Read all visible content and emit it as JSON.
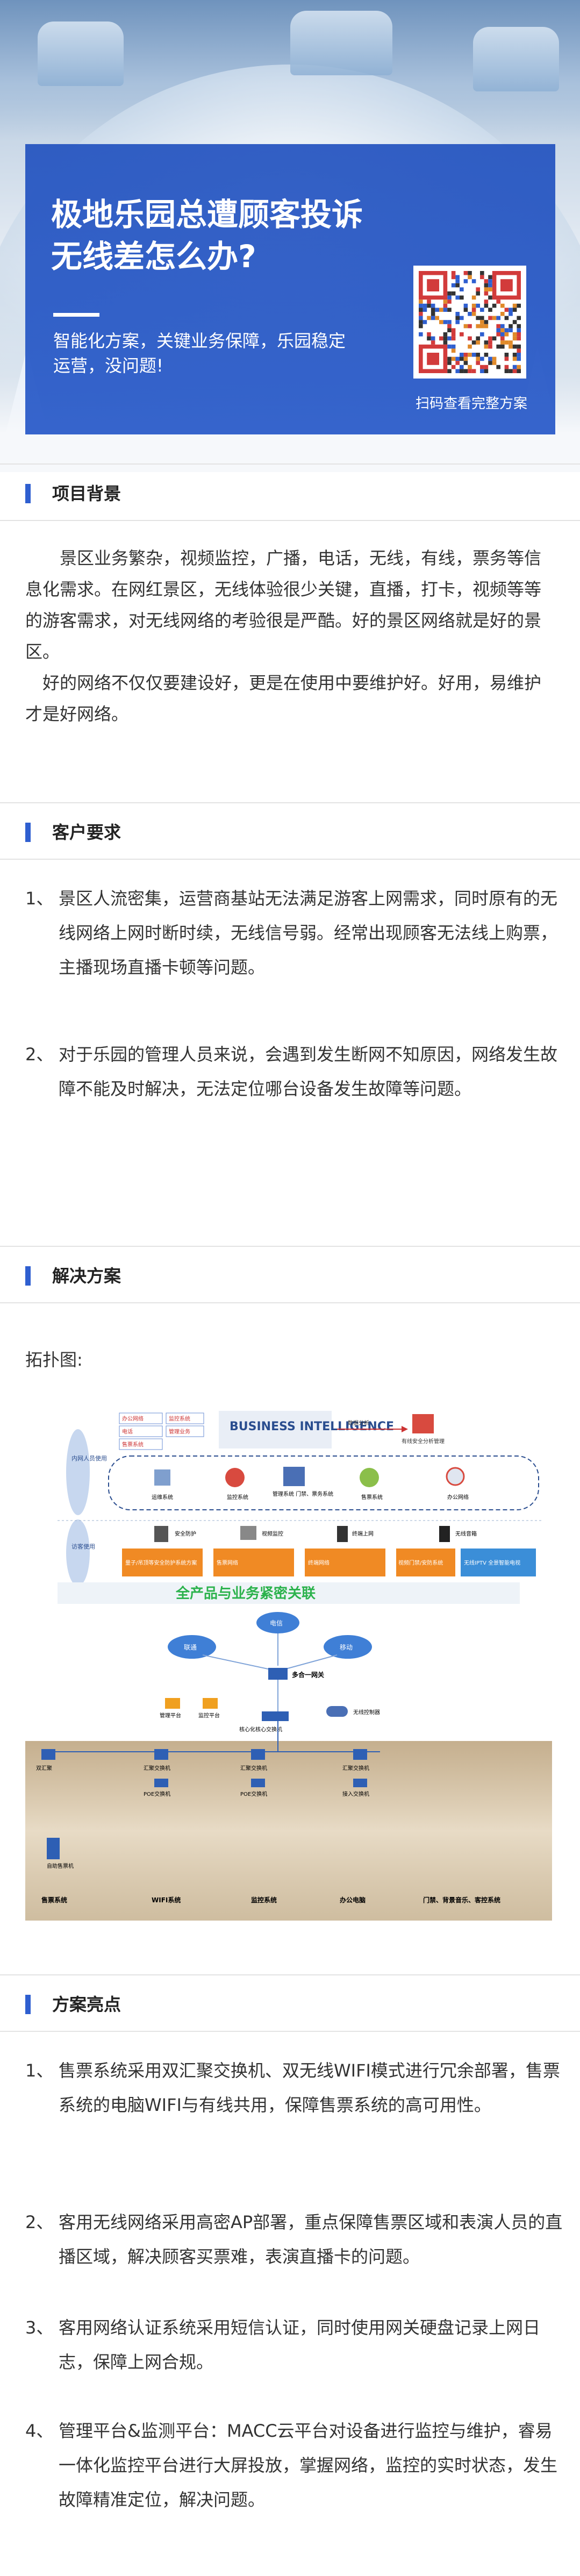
{
  "hero": {
    "title": "极地乐园总遭顾客投诉无线差怎么办?",
    "subtitle": "智能化方案，关键业务保障，乐园稳定运营，没问题!",
    "qr_label": "扫码查看完整方案",
    "colors": {
      "banner": "#2252bf",
      "accent": "#2f5fd0"
    }
  },
  "sections": {
    "background": {
      "title": "项目背景",
      "paragraphs": [
        "景区业务繁杂，视频监控，广播，电话，无线，有线，票务等信息化需求。在网红景区，无线体验很少关键，直播，打卡，视频等等的游客需求，对无线网络的考验很是严酷。好的景区网络就是好的景区。",
        "好的网络不仅仅要建设好，更是在使用中要维护好。好用，易维护才是好网络。"
      ]
    },
    "requirements": {
      "title": "客户要求",
      "items": [
        {
          "num": "1、",
          "text": "景区人流密集，运营商基站无法满足游客上网需求，同时原有的无线网络上网时断时续，无线信号弱。经常出现顾客无法线上购票，主播现场直播卡顿等问题。"
        },
        {
          "num": "2、",
          "text": "对于乐园的管理人员来说，会遇到发生断网不知原因，网络发生故障不能及时解决，无法定位哪台设备发生故障等问题。"
        }
      ]
    },
    "solution": {
      "title": "解决方案",
      "topology_label": "拓扑图:",
      "diagram": {
        "left_tags": [
          "内网人员使用",
          "访客使用"
        ],
        "top_boxes": [
          "办公网络",
          "监控系统",
          "电话",
          "管理业务",
          "售票系统"
        ],
        "business": "BUSINESS INTELLIGENCE",
        "analysis": "数据分析",
        "analysis2": "有线安全分析管理",
        "row1": [
          "运维系统",
          "监控系统",
          "管理系统\n门禁、票务系统",
          "售票系统",
          "办公网络"
        ],
        "row2": [
          "安全防护",
          "视频监控",
          "终端上网",
          "无线音箱"
        ],
        "orange_boxes": [
          "量子/吊顶等安全防护系统方案",
          "售票网络",
          "终端网络",
          "视频门禁/安防系统"
        ],
        "blue_box": "无线IPTV 全景智能电视",
        "slogan": "全产品与业务紧密关联",
        "clouds": [
          "电信",
          "联通",
          "移动"
        ],
        "gateway": "多合一网关",
        "mgmt": "管理平台",
        "mon": "监控平台",
        "core": "核心化核心交换机",
        "wc": "无线控制器",
        "sw": [
          "双汇聚",
          "汇聚交换机",
          "汇聚交换机",
          "汇聚交换机"
        ],
        "poe": [
          "POE交换机",
          "POE交换机",
          "接入交换机"
        ],
        "bottom": [
          "售票系统",
          "WIFI系统",
          "监控系统",
          "办公电脑",
          "门禁、背景音乐、客控系统"
        ],
        "small": "自助售票机"
      }
    },
    "highlights": {
      "title": "方案亮点",
      "items": [
        {
          "num": "1、",
          "text": "售票系统采用双汇聚交换机、双无线WIFI模式进行冗余部署，售票系统的电脑WIFI与有线共用，保障售票系统的高可用性。"
        },
        {
          "num": "2、",
          "text": "客用无线网络采用高密AP部署，重点保障售票区域和表演人员的直播区域，解决顾客买票难，表演直播卡的问题。"
        },
        {
          "num": "3、",
          "text": "客用网络认证系统采用短信认证，同时使用网关硬盘记录上网日志，保障上网合规。"
        },
        {
          "num": "4、",
          "text": "管理平台&监测平台：MACC云平台对设备进行监控与维护，睿易一体化监控平台进行大屏投放，掌握网络，监控的实时状态，发生故障精准定位，解决问题。"
        }
      ]
    }
  }
}
